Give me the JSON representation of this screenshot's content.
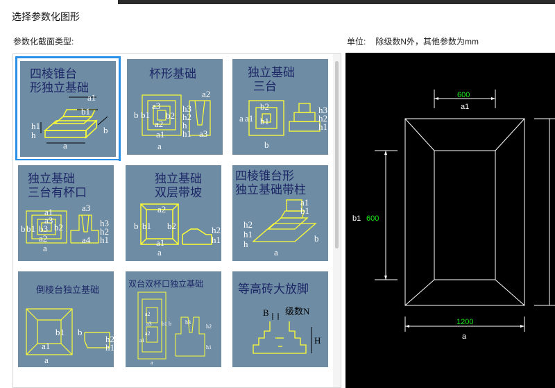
{
  "window": {
    "title": "选择参数化图形"
  },
  "section_label": "参数化截面类型:",
  "unit": {
    "label": "单位:",
    "note": "除级数N外，其他参数为mm"
  },
  "thumbnails": [
    {
      "name": "四棱锥台形独立基础",
      "line1": "四棱锥台",
      "line2": "形独立基础",
      "selected": true
    },
    {
      "name": "杯形基础",
      "line1": "杯形基础"
    },
    {
      "name": "独立基础三台",
      "line1": "独立基础",
      "line2": "三台"
    },
    {
      "name": "独立基础三台有杯口",
      "line1": "独立基础",
      "line2": "三台有杯口"
    },
    {
      "name": "独立基础双层带坡",
      "line1": "独立基础",
      "line2": "双层带坡"
    },
    {
      "name": "四棱锥台形独立基础带柱",
      "line1": "四棱锥台形",
      "line2": "独立基础带柱"
    },
    {
      "name": "倒棱台独立基础",
      "line1": "倒棱台独立基础"
    },
    {
      "name": "双台双杯口独立基础",
      "line1": "双台双杯口独立基础"
    },
    {
      "name": "等高砖大放脚",
      "line1": "等高砖大放脚",
      "label_b": "B",
      "label_n": "级数N",
      "label_h": "H"
    }
  ],
  "dim_labels": {
    "a": "a",
    "a1": "a1",
    "a2": "a2",
    "a3": "a3",
    "a4": "a4",
    "b": "b",
    "b1": "b1",
    "b2": "b2",
    "b3": "b3",
    "h": "h",
    "h1": "h1",
    "h2": "h2",
    "h3": "h3"
  },
  "preview": {
    "a1_value": "600",
    "a1_label": "a1",
    "b1_label": "b1",
    "b1_value": "600",
    "a_value": "1200",
    "a_label": "a",
    "colors": {
      "value": "#19e619",
      "label": "#ffffff",
      "background": "#000000",
      "lines": "#ffffff"
    }
  },
  "colors": {
    "thumb_bg": "#6e8da5",
    "thumb_caption": "#1d2766",
    "thumb_lines": "#ffff33",
    "selection": "#2b90e8"
  }
}
